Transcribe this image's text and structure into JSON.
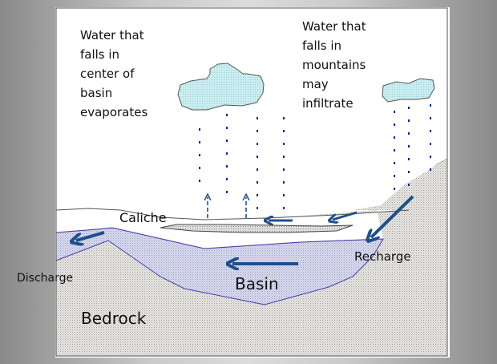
{
  "diagram": {
    "title_texts": {
      "evaporates": "Water that\nfalls  in\ncenter of\nbasin\nevaporates",
      "infiltrate": "Water that\nfalls in\nmountains\nmay\ninfiltrate"
    },
    "labels": {
      "caliche": "Caliche",
      "recharge": "Recharge",
      "discharge": "Discharge",
      "basin": "Basin",
      "bedrock": "Bedrock"
    },
    "elements": {
      "clouds": [
        "center-cloud",
        "mountain-cloud"
      ],
      "rain_columns": 7,
      "evaporation_arrows": 2,
      "flow_arrows": [
        "caliche-flow-arrow",
        "infiltration-arrow",
        "recharge-arrow",
        "basin-flow-arrow",
        "discharge-arrow"
      ]
    },
    "colors": {
      "cloud_fill": "#c8ecf0",
      "rain": "#1a1aa8",
      "arrow": "#1f4e8c",
      "basin_fill": "#d4d6ee",
      "bedrock_fill": "#e4e2dc",
      "outline": "#555555",
      "basin_outline": "#4a3ab0"
    }
  }
}
